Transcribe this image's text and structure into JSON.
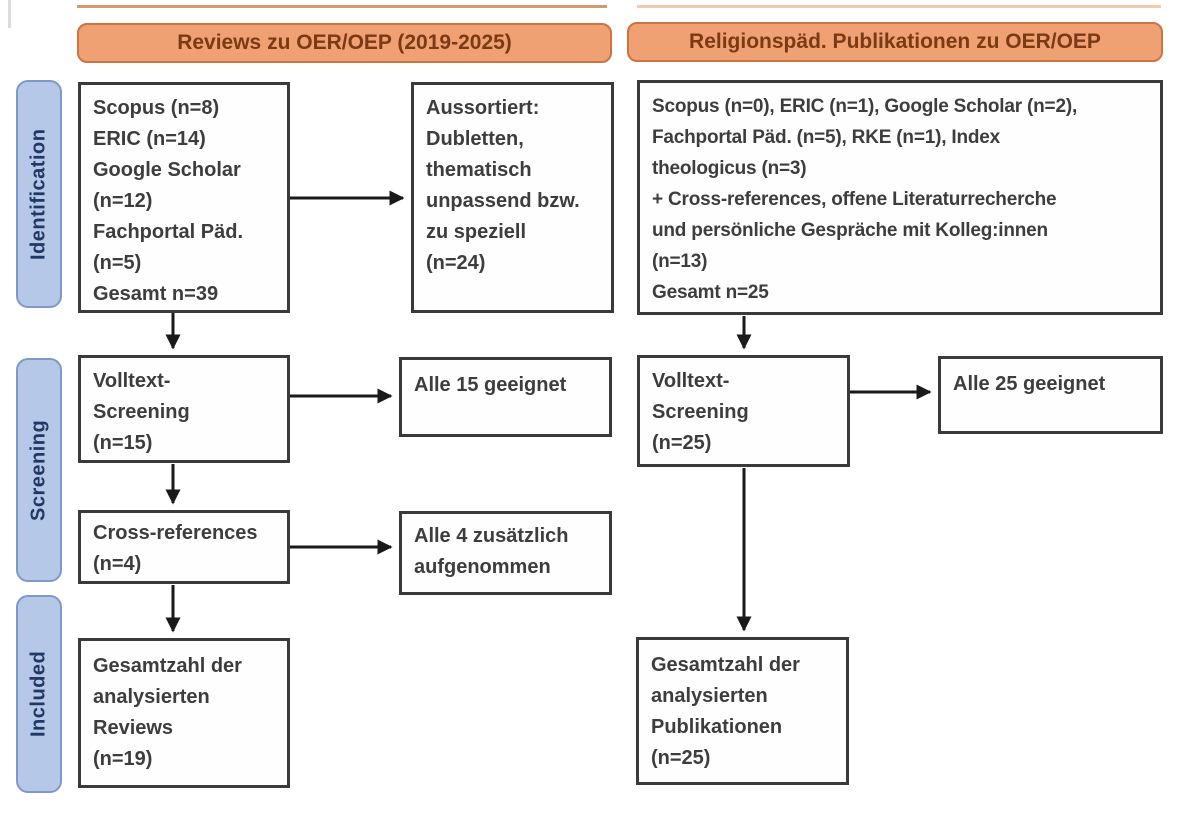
{
  "headers": {
    "left": "Reviews zu OER/OEP (2019-2025)",
    "right": "Religionspäd. Publikationen zu OER/OEP"
  },
  "stages": {
    "identification": "Identification",
    "screening": "Screening",
    "included": "Included"
  },
  "left_flow": {
    "sources": [
      "Scopus (n=8)",
      "ERIC (n=14)",
      "Google Scholar",
      "(n=12)",
      "Fachportal Päd.",
      "(n=5)",
      "Gesamt n=39"
    ],
    "excluded": [
      "Aussortiert:",
      "Dubletten,",
      "thematisch",
      "unpassend bzw.",
      "zu speziell",
      "(n=24)"
    ],
    "fulltext": [
      "Volltext-",
      "Screening",
      "(n=15)"
    ],
    "fulltext_result": "Alle 15 geeignet",
    "crossref": [
      "Cross-references",
      "(n=4)"
    ],
    "crossref_result": [
      "Alle 4 zusätzlich",
      "aufgenommen"
    ],
    "included": [
      "Gesamtzahl der",
      "analysierten",
      "Reviews",
      "(n=19)"
    ]
  },
  "right_flow": {
    "sources": [
      "Scopus (n=0), ERIC (n=1), Google Scholar (n=2),",
      "Fachportal Päd. (n=5), RKE (n=1), Index",
      "theologicus (n=3)",
      "+ Cross-references, offene Literaturrecherche",
      "und persönliche Gespräche mit Kolleg:innen",
      "(n=13)",
      "Gesamt n=25"
    ],
    "fulltext": [
      "Volltext-",
      "Screening",
      "(n=25)"
    ],
    "fulltext_result": "Alle 25 geeignet",
    "included": [
      "Gesamtzahl der",
      "analysierten",
      "Publikationen",
      "(n=25)"
    ]
  },
  "colors": {
    "header_fill": "#efa173",
    "header_border": "#ce7342",
    "header_text": "#7b3a14",
    "stage_fill": "#b5c8e8",
    "stage_border": "#7e99c8",
    "stage_text": "#1f3864",
    "box_border": "#3a3a3a",
    "box_text": "#3d3d3d",
    "arrow": "#1a1a1a",
    "background": "#ffffff"
  }
}
